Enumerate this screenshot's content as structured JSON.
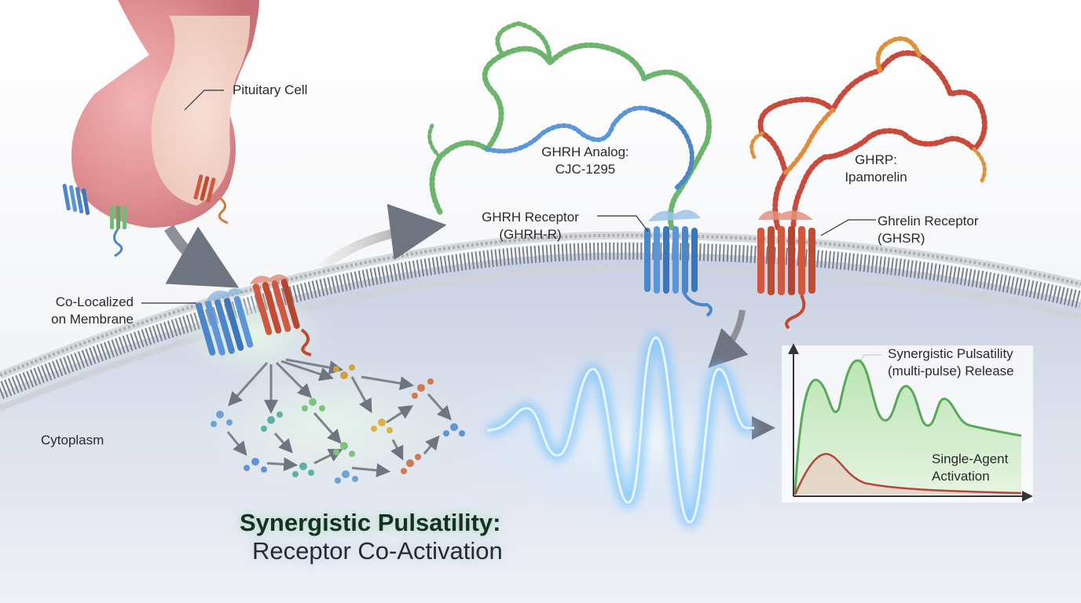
{
  "labels": {
    "pituitary_cell": "Pituitary Cell",
    "ghrh_analog_line1": "GHRH Analog:",
    "ghrh_analog_line2": "CJC-1295",
    "ghrp_line1": "GHRP:",
    "ghrp_line2": "Ipamorelin",
    "ghrh_receptor_line1": "GHRH Receptor",
    "ghrh_receptor_line2": "(GHRH-R)",
    "ghrelin_receptor_line1": "Ghrelin Receptor",
    "ghrelin_receptor_line2": "(GHSR)",
    "colocalized_line1": "Co-Localized",
    "colocalized_line2": "on Membrane",
    "cytoplasm": "Cytoplasm",
    "synergistic_line1": "Synergistic Pulsatility",
    "synergistic_line2": "(multi-pulse) Release",
    "single_agent_line1": "Single-Agent",
    "single_agent_line2": "Activation"
  },
  "title": {
    "line1": "Synergistic Pulsatility:",
    "line2": "Receptor Co-Activation"
  },
  "colors": {
    "ghrh_receptor": "#4a86c8",
    "ghrelin_receptor": "#d0583e",
    "ghrh_peptide": "#6db46d",
    "ghrp_peptide": "#c94a3a",
    "synergy_curve": "#5aa85a",
    "single_curve": "#b5473a",
    "wave": "#5ab8ff"
  }
}
